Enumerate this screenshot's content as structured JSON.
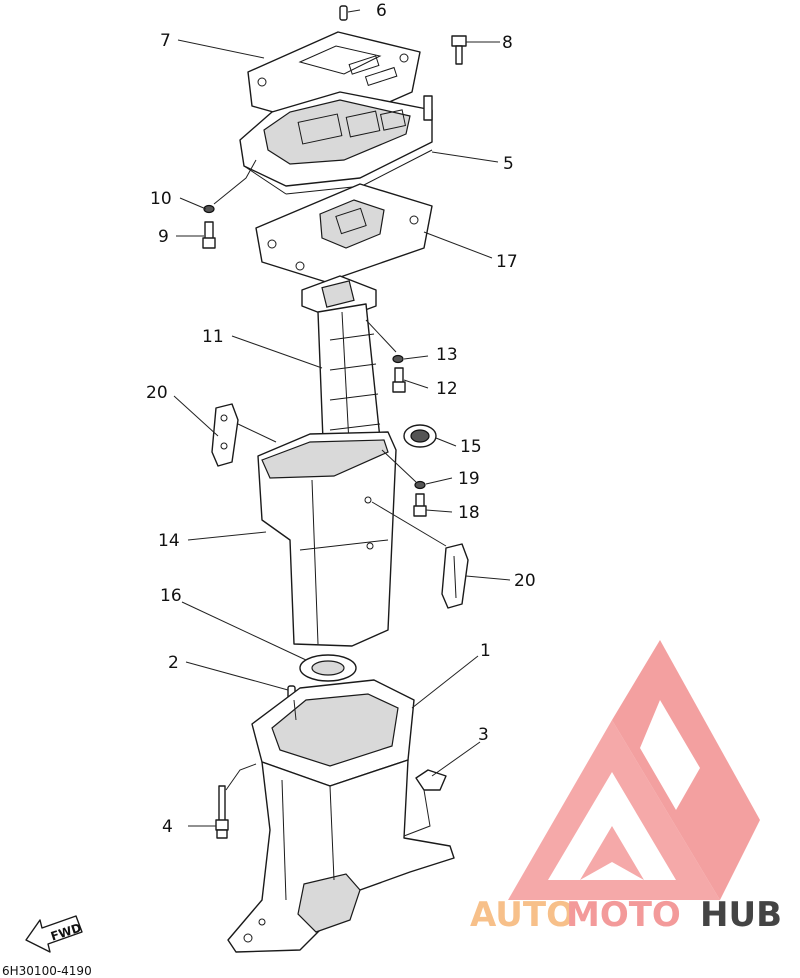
{
  "callouts": {
    "p1": "1",
    "p2": "2",
    "p3": "3",
    "p4": "4",
    "p5": "5",
    "p6": "6",
    "p7": "7",
    "p8": "8",
    "p9": "9",
    "p10": "10",
    "p11": "11",
    "p12": "12",
    "p13": "13",
    "p14": "14",
    "p15": "15",
    "p16": "16",
    "p17": "17",
    "p18": "18",
    "p19": "19",
    "p20a": "20",
    "p20b": "20"
  },
  "fwd_label": "FWD",
  "diagram_code": "6H30100-4190",
  "watermark": {
    "auto": "AUTO",
    "moto": "MOTO",
    "hub": "HUB",
    "logo_color": "#f28b8b",
    "accent_color": "#f7c08a"
  }
}
